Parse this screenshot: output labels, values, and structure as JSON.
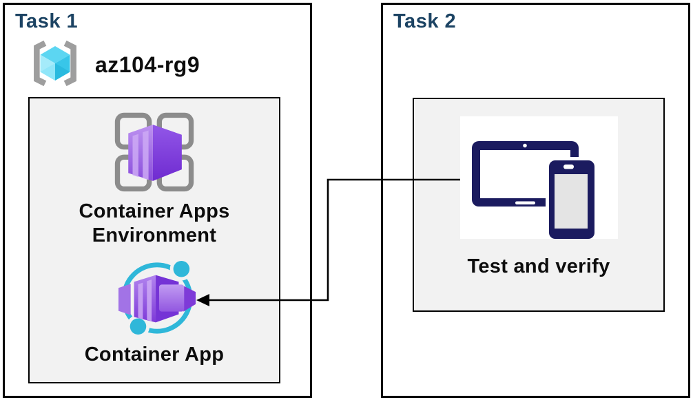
{
  "task1": {
    "title": "Task 1",
    "resource_group": {
      "name": "az104-rg9",
      "icon": "resource-group-icon"
    },
    "nodes": {
      "environment": {
        "label": "Container Apps Environment",
        "icon": "container-apps-environment-icon"
      },
      "app": {
        "label": "Container App",
        "icon": "container-app-icon"
      }
    }
  },
  "task2": {
    "title": "Task 2",
    "nodes": {
      "test": {
        "label": "Test and verify",
        "icon": "tablet-phone-devices-icon"
      }
    }
  },
  "connector": {
    "from": "test-and-verify-image",
    "to": "container-app-icon",
    "type": "elbow-arrow"
  },
  "colors": {
    "task_title": "#1c4363",
    "label_text": "#0d0d0d",
    "outer_box_border": "#000000",
    "inner_box_bg": "#f2f2f2",
    "inner_box_border": "#000000",
    "connector": "#000000",
    "bracket_gray": "#9e9e9e",
    "frame_gray": "#8c8c8c",
    "cube_cyan_top": "#5cd6f2",
    "cube_cyan_left": "#a5ebfa",
    "cube_cyan_right": "#38c6e9",
    "purple_light": "#bd92f0",
    "purple_mid": "#9257e0",
    "purple_dark": "#6f2bd0",
    "purple_stripe": "#cda9f5",
    "app_cyan": "#2fb7d9",
    "devices_navy": "#1b1b5f",
    "phone_screen": "#e4e4e4"
  }
}
